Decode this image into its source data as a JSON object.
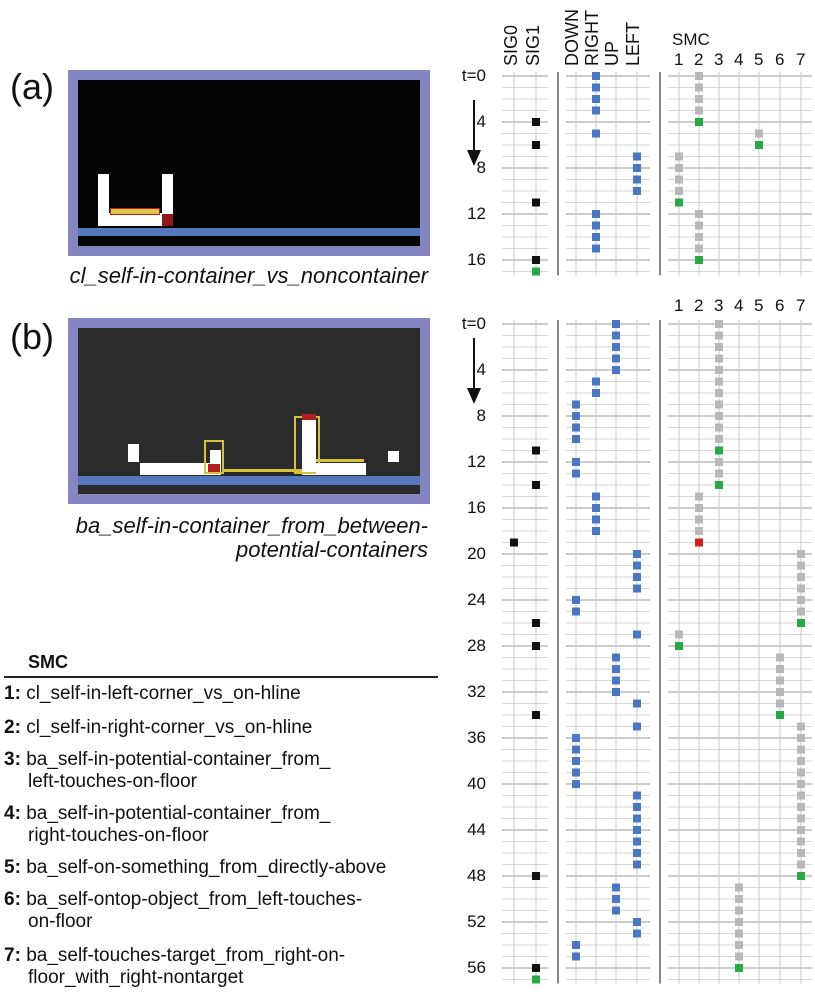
{
  "panels": {
    "a": {
      "label": "(a)",
      "caption": "cl_self-in-container_vs_noncontainer"
    },
    "b": {
      "label": "(b)",
      "caption_line1": "ba_self-in-container_from_between-",
      "caption_line2": "potential-containers"
    }
  },
  "signal_columns": [
    "SIG0",
    "SIG1"
  ],
  "action_columns": [
    "DOWN",
    "RIGHT",
    "UP",
    "LEFT"
  ],
  "smc_header": "SMC",
  "smc_numbers": [
    "1",
    "2",
    "3",
    "4",
    "5",
    "6",
    "7"
  ],
  "time_prefix": "t=",
  "ticks_a": [
    "0",
    "4",
    "8",
    "12",
    "16"
  ],
  "ticks_b": [
    "0",
    "4",
    "8",
    "12",
    "16",
    "20",
    "24",
    "28",
    "32",
    "36",
    "40",
    "44",
    "48",
    "52",
    "56"
  ],
  "smc_legend": {
    "title": "SMC",
    "items": [
      {
        "num": "1:",
        "text": "cl_self-in-left-corner_vs_on-hline"
      },
      {
        "num": "2:",
        "text": "cl_self-in-right-corner_vs_on-hline"
      },
      {
        "num": "3:",
        "text": "ba_self-in-potential-container_from_",
        "text2": "left-touches-on-floor"
      },
      {
        "num": "4:",
        "text": "ba_self-in-potential-container_from_",
        "text2": "right-touches-on-floor"
      },
      {
        "num": "5:",
        "text": "ba_self-on-something_from_directly-above"
      },
      {
        "num": "6:",
        "text": "ba_self-ontop-object_from_left-touches-",
        "text2": "on-floor"
      },
      {
        "num": "7:",
        "text": "ba_self-touches-target_from_right-on-",
        "text2": "floor_with_right-nontarget"
      }
    ]
  },
  "colors": {
    "frame": "#8585c2",
    "floor": "#5577bb",
    "signal": "#111111",
    "action": "#4a78c0",
    "smc_active": "#b8b8b8",
    "smc_success": "#2aa845",
    "smc_fail": "#cc2222",
    "grid": "#c8c8c8"
  },
  "timeline_a": {
    "steps": 18,
    "signals": [
      {
        "col": 1,
        "t": [
          4,
          6,
          11,
          16
        ]
      }
    ],
    "signals_success": [
      {
        "col": 1,
        "t": [
          17
        ]
      }
    ],
    "actions": [
      {
        "col": 1,
        "t": [
          0,
          1,
          2,
          3,
          5,
          12,
          13,
          14,
          15
        ]
      },
      {
        "col": 3,
        "t": [
          7,
          8,
          9,
          10
        ]
      }
    ],
    "smc": [
      {
        "col": 2,
        "gray": [
          0,
          1,
          2,
          3
        ],
        "end": 4,
        "end_type": "success"
      },
      {
        "col": 5,
        "gray": [
          5
        ],
        "end": 6,
        "end_type": "success"
      },
      {
        "col": 1,
        "gray": [
          7,
          8,
          9,
          10
        ],
        "end": 11,
        "end_type": "success"
      },
      {
        "col": 2,
        "gray": [
          12,
          13,
          14,
          15
        ],
        "end": 16,
        "end_type": "success"
      }
    ]
  },
  "timeline_b": {
    "steps": 58,
    "signals": [
      {
        "col": 0,
        "t": [
          19
        ]
      },
      {
        "col": 1,
        "t": [
          11,
          14,
          26,
          28,
          34,
          48,
          56
        ]
      }
    ],
    "signals_success": [
      {
        "col": 1,
        "t": [
          57
        ]
      }
    ],
    "actions": [
      {
        "col": 2,
        "t": [
          0,
          1,
          2,
          3,
          4,
          29,
          30,
          31,
          32,
          49,
          50,
          51
        ]
      },
      {
        "col": 1,
        "t": [
          5,
          6,
          15,
          16,
          17,
          18
        ]
      },
      {
        "col": 0,
        "t": [
          7,
          8,
          9,
          10,
          12,
          13,
          24,
          25,
          36,
          37,
          38,
          39,
          40,
          54,
          55
        ]
      },
      {
        "col": 3,
        "t": [
          20,
          21,
          22,
          23,
          27,
          33,
          35,
          41,
          42,
          43,
          44,
          45,
          46,
          47,
          52,
          53
        ]
      }
    ],
    "smc": [
      {
        "col": 3,
        "gray": [
          0,
          1,
          2,
          3,
          4,
          5,
          6,
          7,
          8,
          9,
          10
        ],
        "end": 11,
        "end_type": "success"
      },
      {
        "col": 3,
        "gray": [
          12
        ],
        "end": 14,
        "end_type": "success"
      },
      {
        "col": 2,
        "gray": [
          15,
          16,
          17,
          18
        ],
        "end": 19,
        "end_type": "fail"
      },
      {
        "col": 7,
        "gray": [
          20,
          21,
          22,
          23,
          24,
          25
        ],
        "end": 26,
        "end_type": "success"
      },
      {
        "col": 1,
        "gray": [
          27
        ],
        "end": 28,
        "end_type": "success"
      },
      {
        "col": 6,
        "gray": [
          29,
          30,
          31,
          32,
          33
        ],
        "end": 34,
        "end_type": "success"
      },
      {
        "col": 7,
        "gray": [
          35,
          36,
          37,
          38,
          39,
          40,
          41,
          42,
          43,
          44,
          45,
          46,
          47
        ],
        "end": 48,
        "end_type": "success"
      },
      {
        "col": 4,
        "gray": [
          49,
          50,
          51,
          52,
          53,
          54,
          55
        ],
        "end": 56,
        "end_type": "success"
      }
    ]
  }
}
